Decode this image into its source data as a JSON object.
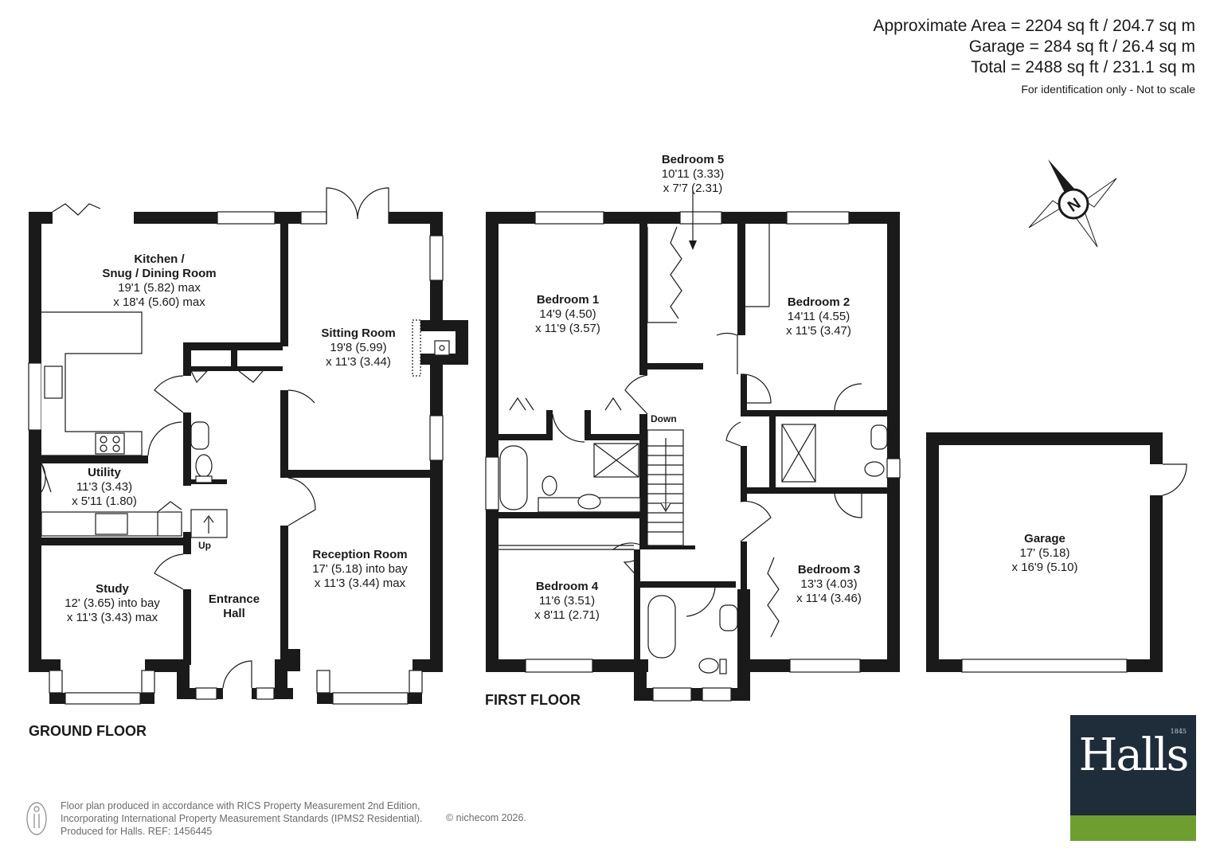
{
  "areas": {
    "approx": "Approximate Area = 2204 sq ft / 204.7 sq m",
    "garage": "Garage = 284 sq ft / 26.4 sq m",
    "total": "Total = 2488 sq ft / 231.1 sq m",
    "note": "For identification only - Not to scale"
  },
  "floors": {
    "ground": "GROUND FLOOR",
    "first": "FIRST FLOOR"
  },
  "stairs": {
    "up": "Up",
    "down": "Down"
  },
  "compass": "N",
  "rooms": {
    "kitchen": {
      "name1": "Kitchen /",
      "name2": "Snug / Dining Room",
      "dim1": "19'1 (5.82) max",
      "dim2": "x 18'4 (5.60) max"
    },
    "sitting": {
      "name": "Sitting Room",
      "dim1": "19'8 (5.99)",
      "dim2": "x 11'3 (3.44)"
    },
    "utility": {
      "name": "Utility",
      "dim1": "11'3 (3.43)",
      "dim2": "x 5'11 (1.80)"
    },
    "study": {
      "name": "Study",
      "dim1": "12' (3.65) into bay",
      "dim2": "x 11'3 (3.43) max"
    },
    "hall": {
      "name1": "Entrance",
      "name2": "Hall"
    },
    "reception": {
      "name": "Reception Room",
      "dim1": "17' (5.18) into bay",
      "dim2": "x 11'3 (3.44) max"
    },
    "bed5": {
      "name": "Bedroom 5",
      "dim1": "10'11 (3.33)",
      "dim2": "x 7'7 (2.31)"
    },
    "bed1": {
      "name": "Bedroom 1",
      "dim1": "14'9 (4.50)",
      "dim2": "x 11'9 (3.57)"
    },
    "bed2": {
      "name": "Bedroom 2",
      "dim1": "14'11 (4.55)",
      "dim2": "x 11'5 (3.47)"
    },
    "bed3": {
      "name": "Bedroom 3",
      "dim1": "13'3 (4.03)",
      "dim2": "x 11'4 (3.46)"
    },
    "bed4": {
      "name": "Bedroom 4",
      "dim1": "11'6 (3.51)",
      "dim2": "x 8'11 (2.71)"
    },
    "garage": {
      "name": "Garage",
      "dim1": "17' (5.18)",
      "dim2": "x 16'9 (5.10)"
    }
  },
  "footer": {
    "line1": "Floor plan produced in accordance with RICS Property Measurement 2nd Edition,",
    "line2": "Incorporating International Property Measurement Standards (IPMS2 Residential).",
    "line3": "Produced for Halls.   REF: 1456445",
    "copyright": "© nichecom 2026."
  },
  "logo": {
    "word": "Halls",
    "year": "1845",
    "colors": {
      "navy": "#1f2c3a",
      "green": "#6e9e2f"
    }
  }
}
